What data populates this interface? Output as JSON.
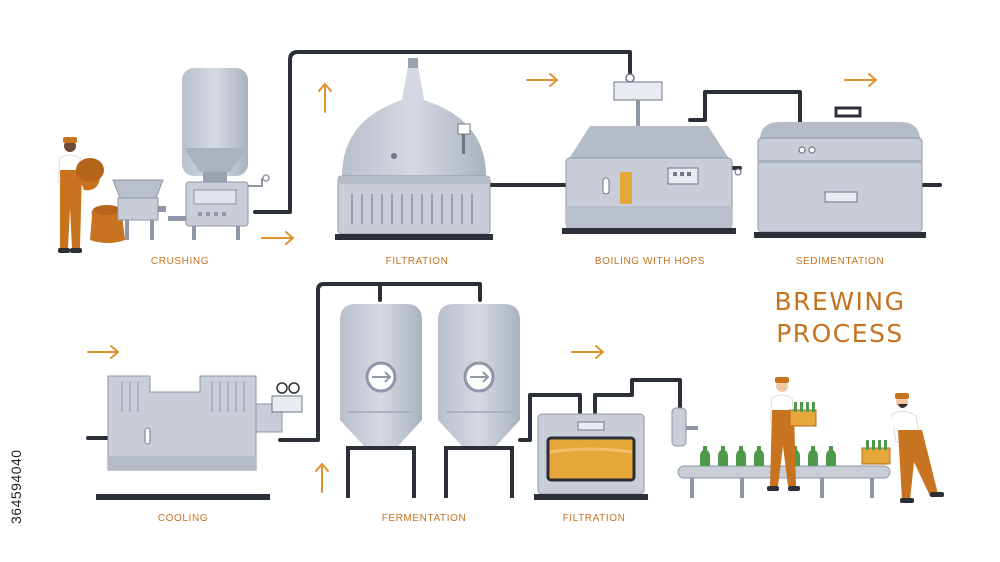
{
  "title": {
    "line1": "BREWING",
    "line2": "PROCESS"
  },
  "side_code": "364594040",
  "steps": {
    "crushing": "CRUSHING",
    "filtration_top": "FILTRATION",
    "boiling": "BOILING WITH HOPS",
    "sedimentation": "SEDIMENTATION",
    "cooling": "COOLING",
    "fermentation": "FERMENTATION",
    "filtration_bottom": "FILTRATION"
  },
  "colors": {
    "accent_orange": "#e0922c",
    "label_text": "#c5721f",
    "machine_gray": "#c9cdd8",
    "machine_dark": "#8f96a6",
    "pipe": "#2b2f38",
    "beer": "#e6a73a",
    "bottle_green": "#4f9a4a",
    "worker_shirt": "#ffffff",
    "worker_overalls": "#c8731f"
  },
  "icons": [
    "arrow-right-icon",
    "arrow-up-icon",
    "gauge-icon",
    "thermometer-icon",
    "bottle-icon",
    "crate-icon",
    "worker-icon"
  ]
}
